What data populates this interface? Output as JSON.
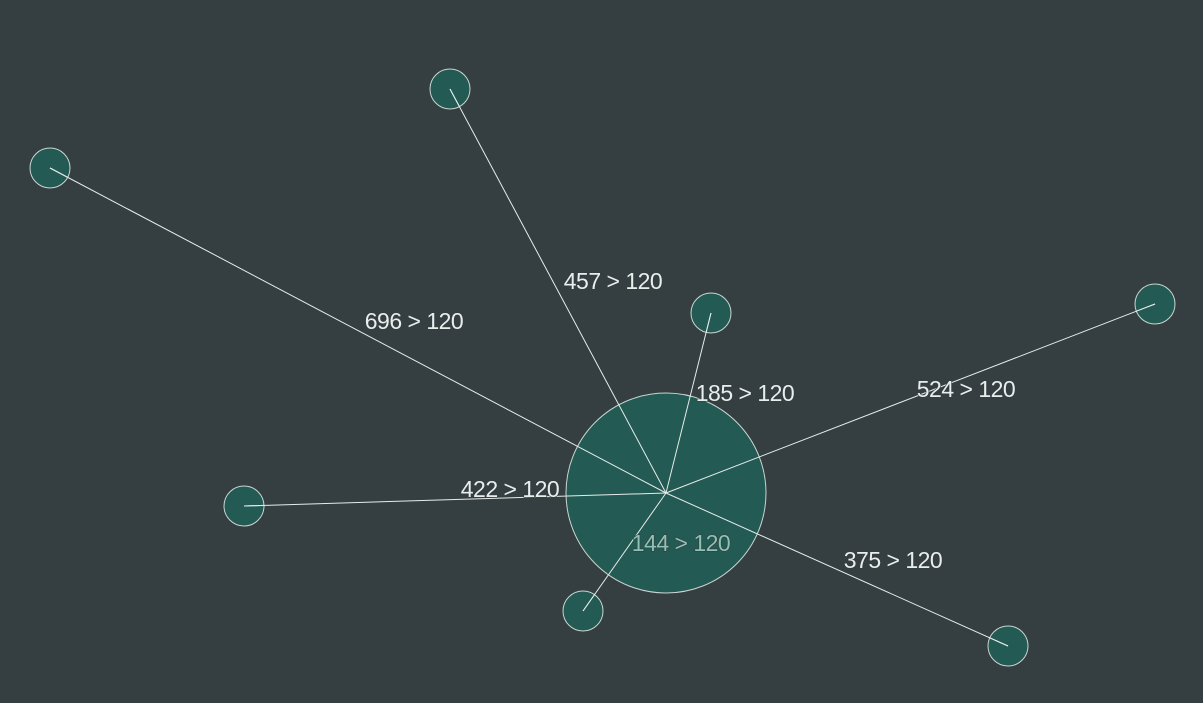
{
  "colors": {
    "background": "#353e40",
    "node_fill": "#235a53",
    "node_stroke": "#c9d6d2",
    "edge_stroke": "#e6ecea",
    "label_text": "#e8eeec",
    "label_text_on_node": "#8fc1b4"
  },
  "graph": {
    "hub": {
      "id": "hub"
    },
    "links": [
      {
        "id": "n1",
        "label": "457 > 120"
      },
      {
        "id": "n2",
        "label": "696 > 120"
      },
      {
        "id": "n3",
        "label": "185 > 120"
      },
      {
        "id": "n4",
        "label": "524 > 120"
      },
      {
        "id": "n5",
        "label": "422 > 120"
      },
      {
        "id": "n6",
        "label": "144 > 120"
      },
      {
        "id": "n7",
        "label": "375 > 120"
      }
    ]
  }
}
